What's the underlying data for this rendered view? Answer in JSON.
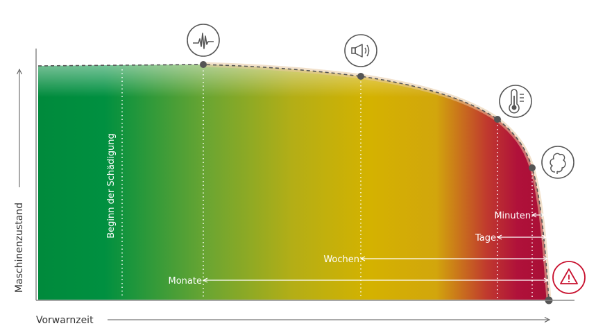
{
  "axes": {
    "y_label": "Maschinenzustand",
    "x_label": "Vorwarnzeit"
  },
  "onset": {
    "label": "Beginn der Schädigung"
  },
  "intervals": [
    {
      "label": "Minuten"
    },
    {
      "label": "Tage"
    },
    {
      "label": "Wochen"
    },
    {
      "label": "Monate"
    }
  ],
  "stage_icons": [
    {
      "icon": "vibration-icon"
    },
    {
      "icon": "sound-icon"
    },
    {
      "icon": "temperature-icon"
    },
    {
      "icon": "smoke-icon"
    },
    {
      "icon": "failure-warning-icon"
    }
  ],
  "colors": {
    "green": "#008a3c",
    "yellow": "#d2b200",
    "red": "#b0113a",
    "icon_gray": "#555555",
    "warning_red": "#c8102e"
  }
}
